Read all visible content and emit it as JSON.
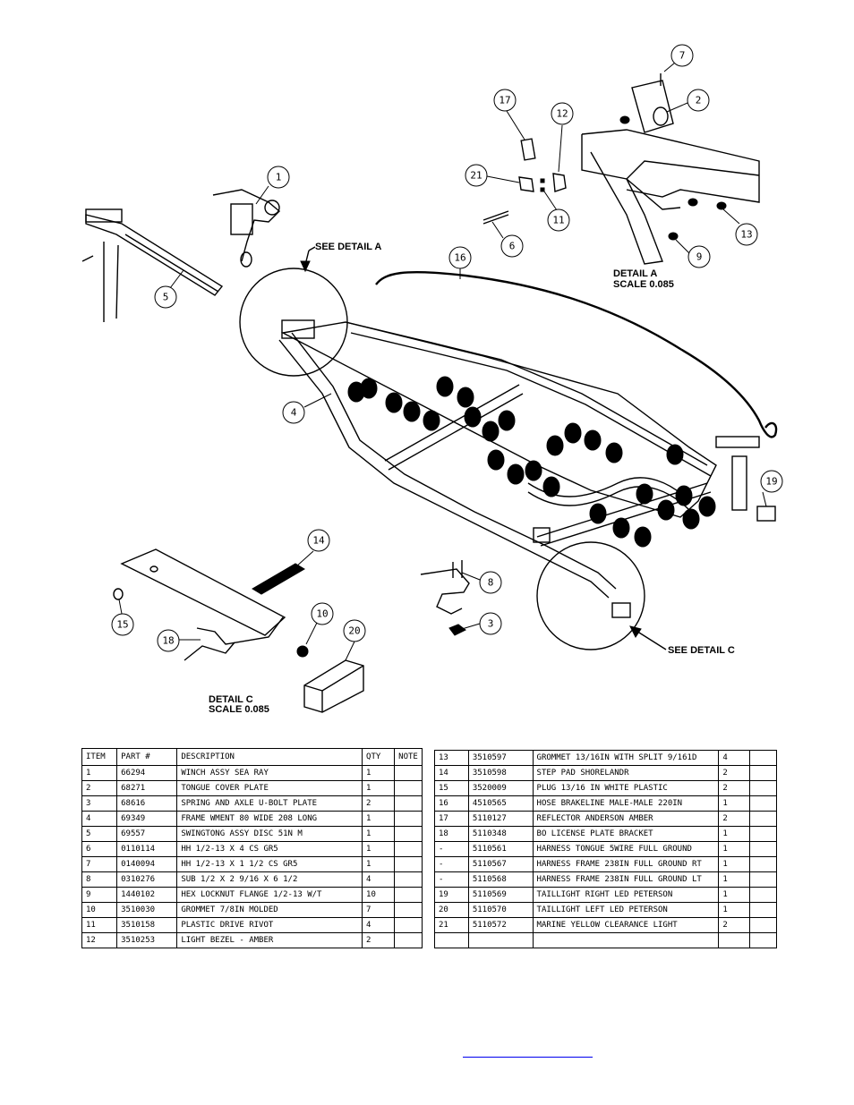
{
  "callouts": [
    "1",
    "2",
    "3",
    "4",
    "5",
    "6",
    "7",
    "8",
    "9",
    "10",
    "11",
    "12",
    "13",
    "14",
    "15",
    "16",
    "17",
    "18",
    "19",
    "20",
    "21"
  ],
  "labels": {
    "see_detail_a": "SEE DETAIL A",
    "see_detail_c": "SEE DETAIL C",
    "detail_a_title": "DETAIL A",
    "detail_a_scale": "SCALE 0.085",
    "detail_c_title": "DETAIL C",
    "detail_c_scale": "SCALE 0.085"
  },
  "bom_left": {
    "headers": [
      "ITEM",
      "PART #",
      "DESCRIPTION",
      "QTY",
      "NOTE"
    ],
    "rows": [
      [
        "1",
        "66294",
        "WINCH ASSY   SEA RAY",
        "1",
        ""
      ],
      [
        "2",
        "68271",
        "TONGUE COVER PLATE",
        "1",
        ""
      ],
      [
        "3",
        "68616",
        "SPRING AND AXLE U-BOLT PLATE",
        "2",
        ""
      ],
      [
        "4",
        "69349",
        "FRAME WMENT 80 WIDE 208 LONG",
        "1",
        ""
      ],
      [
        "5",
        "69557",
        "SWINGTONG ASSY DISC 51N M",
        "1",
        ""
      ],
      [
        "6",
        "0110114",
        "HH 1/2-13 X 4 CS GR5",
        "1",
        ""
      ],
      [
        "7",
        "0140094",
        "HH 1/2-13 X 1 1/2 CS GR5",
        "1",
        ""
      ],
      [
        "8",
        "0310276",
        "SUB 1/2 X 2 9/16 X 6 1/2",
        "4",
        ""
      ],
      [
        "9",
        "1440102",
        "HEX LOCKNUT FLANGE 1/2-13 W/T",
        "10",
        ""
      ],
      [
        "10",
        "3510030",
        "GROMMET  7/8IN MOLDED",
        "7",
        ""
      ],
      [
        "11",
        "3510158",
        "PLASTIC DRIVE RIVOT",
        "4",
        ""
      ],
      [
        "12",
        "3510253",
        "LIGHT BEZEL - AMBER",
        "2",
        ""
      ]
    ]
  },
  "bom_right": {
    "rows": [
      [
        "13",
        "3510597",
        "GROMMET 13/16IN  WITH SPLIT 9/161D",
        "4",
        ""
      ],
      [
        "14",
        "3510598",
        "STEP PAD SHORELANDR",
        "2",
        ""
      ],
      [
        "15",
        "3520009",
        "PLUG 13/16 IN WHITE PLASTIC",
        "2",
        ""
      ],
      [
        "16",
        "4510565",
        "HOSE BRAKELINE MALE-MALE 220IN",
        "1",
        ""
      ],
      [
        "17",
        "5110127",
        "REFLECTOR ANDERSON AMBER",
        "2",
        ""
      ],
      [
        "18",
        "5110348",
        "BO LICENSE PLATE BRACKET",
        "1",
        ""
      ],
      [
        "-",
        "5110561",
        "HARNESS TONGUE 5WIRE FULL GROUND",
        "1",
        ""
      ],
      [
        "-",
        "5110567",
        "HARNESS FRAME 238IN FULL GROUND RT",
        "1",
        ""
      ],
      [
        "-",
        "5110568",
        "HARNESS FRAME 238IN FULL GROUND LT",
        "1",
        ""
      ],
      [
        "19",
        "5110569",
        "TAILLIGHT RIGHT LED PETERSON",
        "1",
        ""
      ],
      [
        "20",
        "5110570",
        "TAILLIGHT LEFT LED PETERSON",
        "1",
        ""
      ],
      [
        "21",
        "5110572",
        "MARINE YELLOW CLEARANCE LIGHT",
        "2",
        ""
      ],
      [
        "",
        "",
        "",
        "",
        ""
      ]
    ]
  }
}
